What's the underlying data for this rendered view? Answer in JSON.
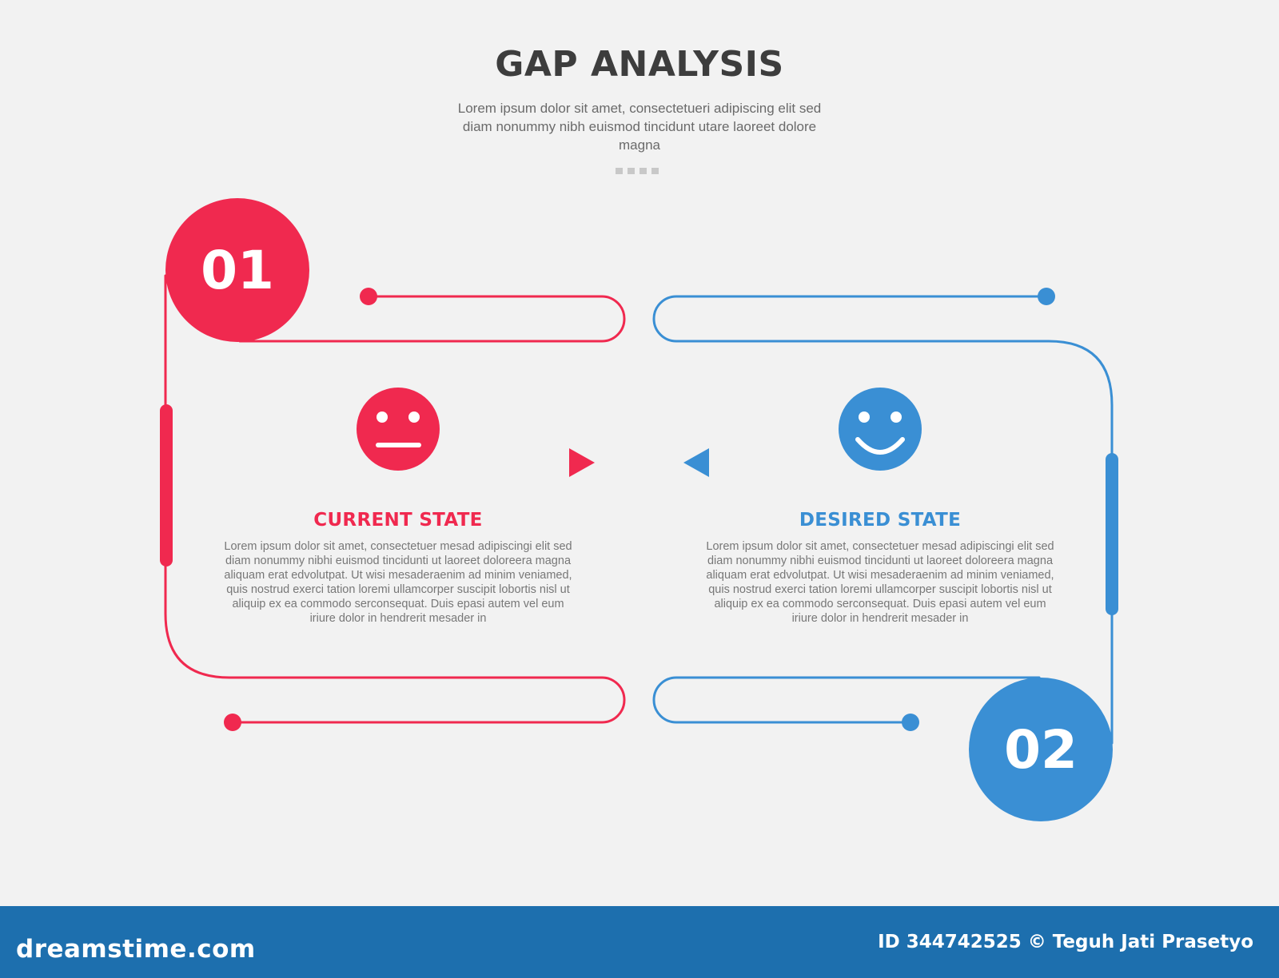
{
  "header": {
    "title": "GAP ANALYSIS",
    "subtitle": "Lorem ipsum dolor sit amet, consectetueri adipiscing elit sed diam nonummy nibh euismod tincidunt utare laoreet dolore magna"
  },
  "states": [
    {
      "number": "01",
      "title": "CURRENT STATE",
      "body": "Lorem ipsum dolor sit amet, consectetuer mesad adipiscingi elit sed diam nonummy nibhi euismod tincidunti ut laoreet doloreera magna aliquam erat edvolutpat. Ut wisi mesaderaenim ad minim veniamed, quis nostrud exerci tation loremi ullamcorper suscipit lobortis nisl ut aliquip ex ea commodo serconsequat. Duis epasi autem vel eum iriure dolor in hendrerit mesader in",
      "icon": "neutral-face-icon",
      "color": "#f0294f"
    },
    {
      "number": "02",
      "title": "DESIRED STATE",
      "body": "Lorem ipsum dolor sit amet, consectetuer mesad adipiscingi elit sed diam nonummy nibhi euismod tincidunti ut laoreet doloreera magna aliquam erat edvolutpat. Ut wisi mesaderaenim ad minim veniamed, quis nostrud exerci tation loremi ullamcorper suscipit lobortis nisl ut aliquip ex ea commodo serconsequat. Duis epasi autem vel eum iriure dolor in hendrerit mesader in",
      "icon": "smiling-face-icon",
      "color": "#3a8fd4"
    }
  ],
  "footer": {
    "brand": "dreamstime.com",
    "credit": "ID 344742525 © Teguh Jati Prasetyo",
    "color": "#1d6fae"
  }
}
